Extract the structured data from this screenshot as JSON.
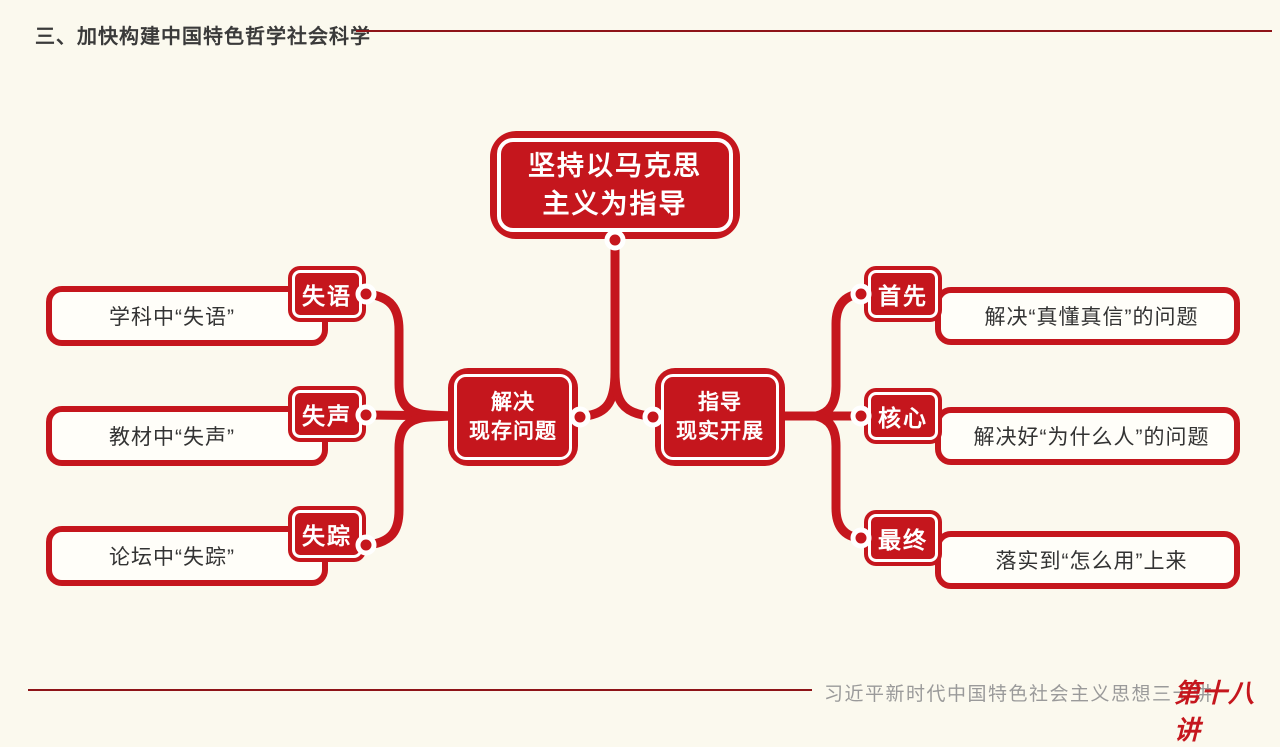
{
  "header": {
    "title": "三、加快构建中国特色哲学社会科学"
  },
  "diagram": {
    "root": {
      "line1": "坚持以马克思",
      "line2": "主义为指导"
    },
    "left_hub": {
      "line1": "解决",
      "line2": "现存问题"
    },
    "right_hub": {
      "line1": "指导",
      "line2": "现实开展"
    },
    "left_items": [
      {
        "badge": "失语",
        "text": "学科中“失语”"
      },
      {
        "badge": "失声",
        "text": "教材中“失声”"
      },
      {
        "badge": "失踪",
        "text": "论坛中“失踪”"
      }
    ],
    "right_items": [
      {
        "badge": "首先",
        "text": "解决“真懂真信”的问题"
      },
      {
        "badge": "核心",
        "text": "解决好“为什么人”的问题"
      },
      {
        "badge": "最终",
        "text": "落实到“怎么用”上来"
      }
    ]
  },
  "footer": {
    "series_title": "习近平新时代中国特色社会主义思想三十讲",
    "lecture_number": "第十八讲"
  },
  "colors": {
    "accent_red": "#C5161D",
    "line_maroon": "#8E1418",
    "background": "#FBF9EE",
    "text_dark": "#3A3A3A",
    "footer_gray": "#9A9A9A",
    "box_white": "#FFFEF9"
  }
}
